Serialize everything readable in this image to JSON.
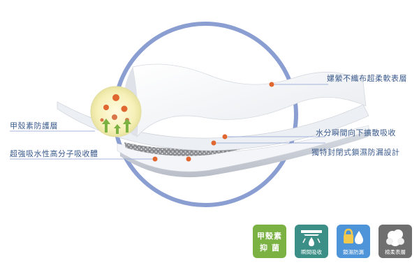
{
  "labels": {
    "top_layer": "嫘縈不織布超柔軟表層",
    "chitin_layer": "甲殼素防護層",
    "diffusion": "水分瞬間向下擴散吸收",
    "absorbent": "超強吸水性高分子吸收體",
    "seal": "獨特封閉式鎖濕防漏設計"
  },
  "badges": {
    "chitin_line1": "甲殼素",
    "chitin_line2": "抑菌",
    "instant": "瞬間吸收",
    "lock": "鎖濕防漏",
    "cotton": "棉柔表層"
  },
  "colors": {
    "ring": "#8a9ed2",
    "marker": "#e0672f",
    "label": "#3a5a8c",
    "chitin_badge": "#7bb243",
    "instant_badge": "#3c8f86",
    "lock_badge": "#4d94d8",
    "cotton_badge": "#6f6f6f"
  },
  "icons": [
    "spore-icon",
    "arrow-up-icon",
    "droplet-icon",
    "lock-icon",
    "cotton-icon"
  ]
}
